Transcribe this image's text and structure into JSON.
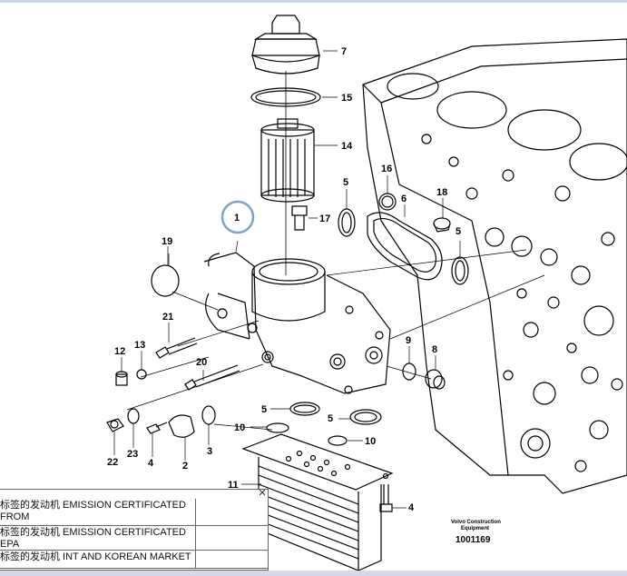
{
  "diagram": {
    "callouts": [
      "1",
      "2",
      "3",
      "4",
      "4",
      "5",
      "5",
      "5",
      "5",
      "6",
      "7",
      "8",
      "9",
      "10",
      "10",
      "11",
      "12",
      "13",
      "14",
      "15",
      "16",
      "17",
      "18",
      "19",
      "20",
      "21",
      "22",
      "23"
    ],
    "caption_line1": "Volvo Construction",
    "caption_line2": "Equipment",
    "reference": "1001169"
  },
  "overlay": {
    "rows": [
      "标签的发动机 EMISSION CERTIFICATED FROM",
      "标签的发动机 EMISSION CERTIFICATED\n EPA",
      "标签的发动机 INT AND KOREAN MARKET"
    ],
    "close_label": "✕"
  },
  "colors": {
    "highlight_ring": "#7aa3cf",
    "line": "#000000",
    "topbar": "#c9d4e6"
  }
}
